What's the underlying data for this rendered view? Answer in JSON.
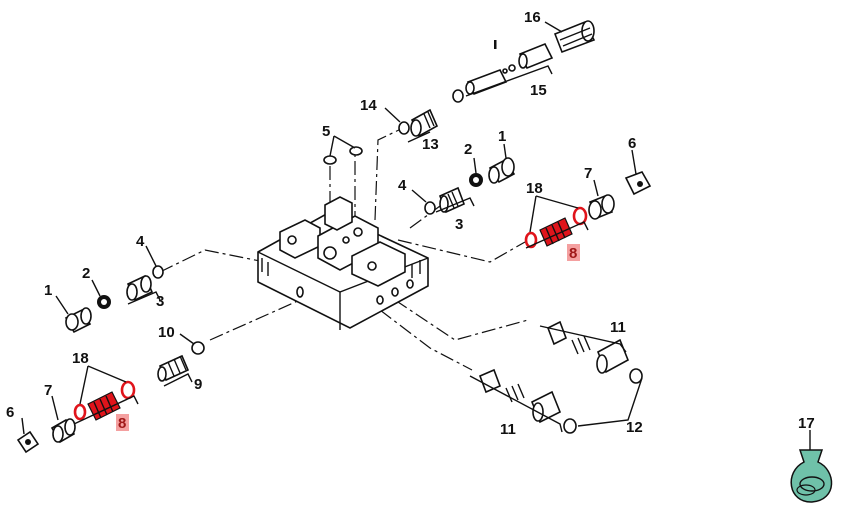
{
  "labels": {
    "l1a": "1",
    "l1b": "1",
    "l2a": "2",
    "l2b": "2",
    "l3a": "3",
    "l3b": "3",
    "l4a": "4",
    "l4b": "4",
    "l5": "5",
    "l6a": "6",
    "l6b": "6",
    "l7a": "7",
    "l7b": "7",
    "l8a": "8",
    "l8b": "8",
    "l9": "9",
    "l10": "10",
    "l11a": "11",
    "l11b": "11",
    "l12": "12",
    "l13": "13",
    "l14": "14",
    "l15": "15",
    "l16": "16",
    "l17": "17",
    "l18a": "18",
    "l18b": "18"
  },
  "colors": {
    "highlight_part": "#e0141b",
    "highlight_label_bg": "#f4a0a0",
    "bag": "#6fc1a9"
  }
}
